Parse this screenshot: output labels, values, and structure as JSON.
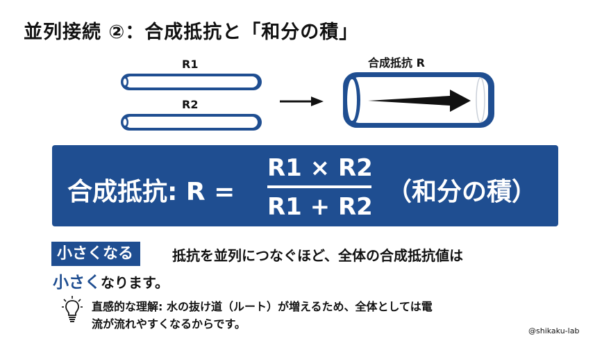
{
  "title": "並列接続 ②：合成抵抗と「和分の積」",
  "diagram": {
    "r1_label": "R1",
    "r2_label": "R2",
    "combined_label": "合成抵抗 R"
  },
  "formula": {
    "lhs": "合成抵抗: R =",
    "numerator": "R1 × R2",
    "denominator": "R1 + R2",
    "name": "（和分の積）"
  },
  "explanation": {
    "badge": "小さくなる",
    "line1": "抵抗を並列につなぐほど、全体の合成抵抗値は",
    "emphasis": "小さく",
    "line2_rest": "なります。"
  },
  "note": {
    "icon": "lightbulb-icon",
    "line1": "直感的な理解: 水の抜け道（ルート）が増えるため、全体としては電",
    "line2": "流が流れやすくなるからです。"
  },
  "credit": "@shikaku-lab",
  "colors": {
    "accent": "#1f4e91",
    "text": "#111111",
    "background": "#ffffff"
  }
}
